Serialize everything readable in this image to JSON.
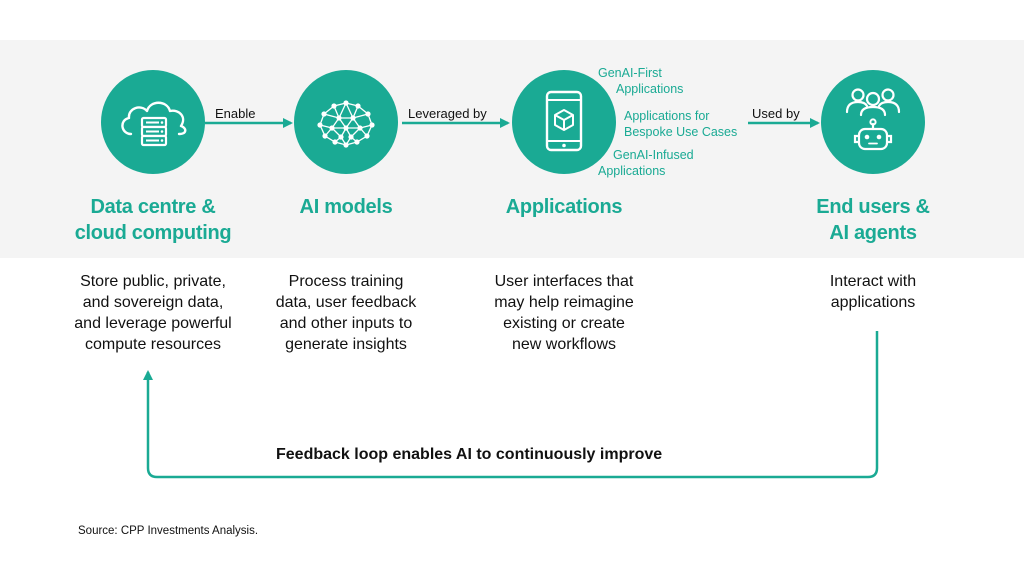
{
  "nodes": [
    {
      "title_line1": "Data centre &",
      "title_line2": "cloud computing",
      "icon": "cloud-server-icon",
      "description": [
        "Store public, private,",
        "and sovereign data,",
        "and leverage powerful",
        "compute resources"
      ]
    },
    {
      "title_line1": "AI models",
      "title_line2": "",
      "icon": "neural-network-icon",
      "description": [
        "Process training",
        "data, user feedback",
        "and other inputs to",
        "generate insights"
      ]
    },
    {
      "title_line1": "Applications",
      "title_line2": "",
      "icon": "smartphone-cube-icon",
      "description": [
        "User interfaces that",
        "may help reimagine",
        "existing or create",
        "new workflows"
      ]
    },
    {
      "title_line1": "End users &",
      "title_line2": "AI agents",
      "icon": "users-robot-icon",
      "description": [
        "Interact with",
        "applications"
      ]
    }
  ],
  "edges": [
    {
      "label": "Enable"
    },
    {
      "label": "Leveraged by"
    },
    {
      "label": "Used by"
    }
  ],
  "application_types": [
    {
      "line1": "GenAI-First",
      "line2": "Applications"
    },
    {
      "line1": "Applications for",
      "line2": "Bespoke Use Cases"
    },
    {
      "line1": "GenAI-Infused",
      "line2": "Applications"
    }
  ],
  "feedback_loop": {
    "label": "Feedback loop enables AI to continuously improve"
  },
  "source": "Source: CPP Investments Analysis.",
  "colors": {
    "accent": "#1aaa94",
    "band": "#f4f4f4",
    "text": "#111111"
  }
}
